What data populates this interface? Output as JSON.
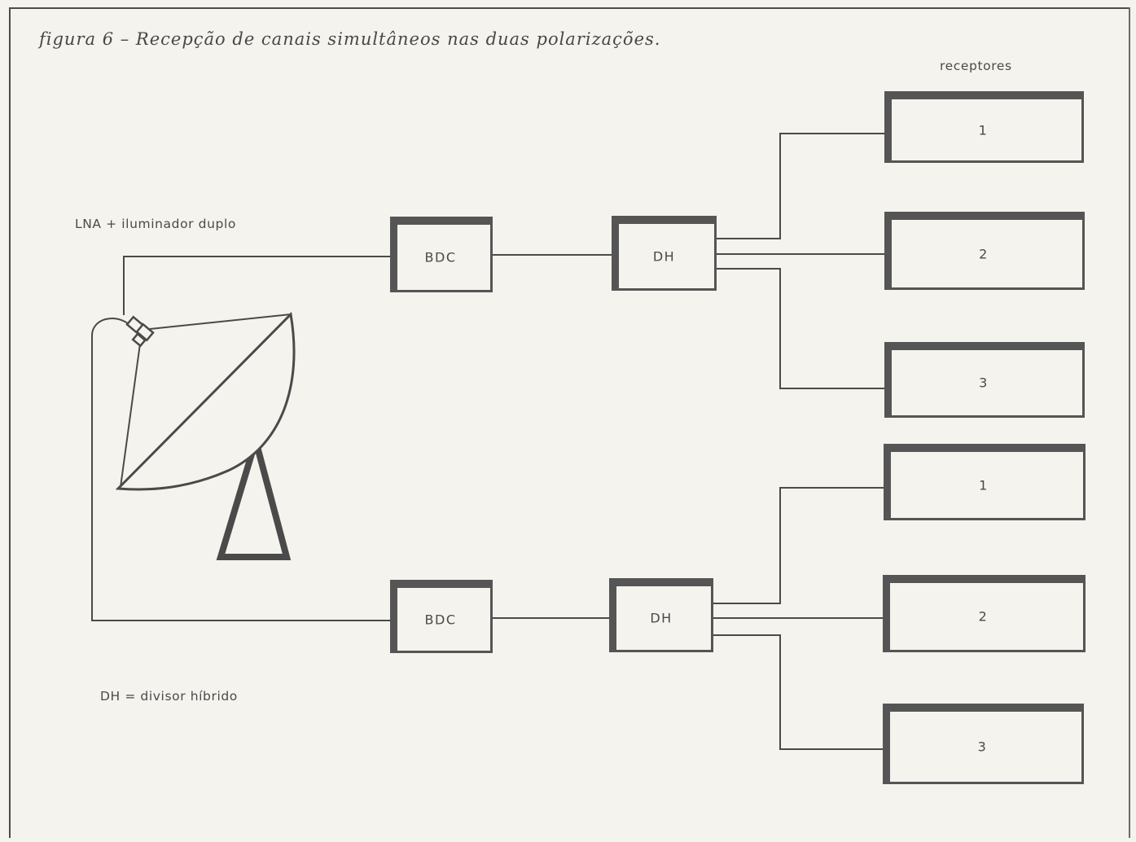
{
  "caption": "figura 6 – Recepção de canais simultâneos nas duas polarizações.",
  "labels": {
    "receivers_heading": "receptores",
    "lna_label": "LNA + iluminador duplo",
    "legend": "DH = divisor híbrido"
  },
  "upper_chain": {
    "bdc": "BDC",
    "dh": "DH",
    "receivers": [
      "1",
      "2",
      "3"
    ]
  },
  "lower_chain": {
    "bdc": "BDC",
    "dh": "DH",
    "receivers": [
      "1",
      "2",
      "3"
    ]
  },
  "colors": {
    "paper": "#f4f3ee",
    "ink": "#4a4a4a"
  }
}
